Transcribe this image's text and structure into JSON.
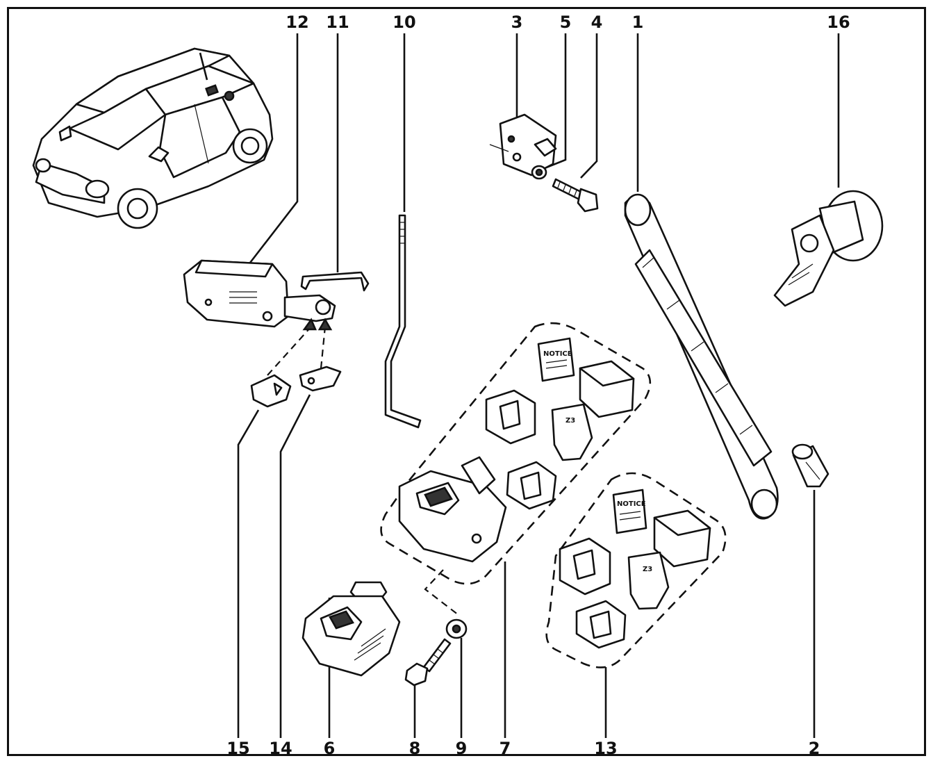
{
  "callouts": {
    "n1": "1",
    "n2": "2",
    "n3": "3",
    "n4": "4",
    "n5": "5",
    "n6": "6",
    "n7": "7",
    "n8": "8",
    "n9": "9",
    "n10": "10",
    "n11": "11",
    "n12": "12",
    "n13": "13",
    "n14": "14",
    "n15": "15",
    "n16": "16"
  },
  "booklet_text": "NOTICE",
  "jack_pad_label": "Z3"
}
